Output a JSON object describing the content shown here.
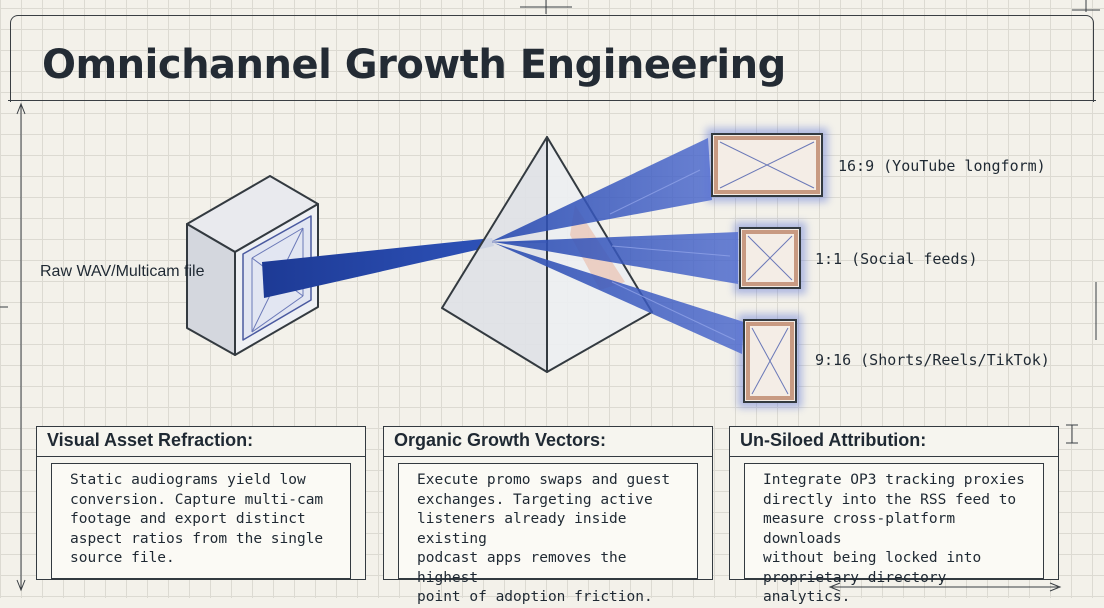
{
  "title": "Omnichannel Growth Engineering",
  "diagram": {
    "source_label": "Raw WAV/Multicam file",
    "outputs": [
      {
        "label": "16:9 (YouTube longform)"
      },
      {
        "label": "1:1 (Social feeds)"
      },
      {
        "label": "9:16 (Shorts/Reels/TikTok)"
      }
    ],
    "colors": {
      "beam": "#1f3f9a",
      "glow": "#5b73d6",
      "frame": "#c89a82",
      "ink": "#333a40"
    }
  },
  "cards": [
    {
      "heading": "Visual Asset Refraction:",
      "lines": [
        "Static audiograms yield low",
        "conversion. Capture multi-cam",
        "footage and export distinct",
        "aspect ratios from the single",
        "source file."
      ]
    },
    {
      "heading": "Organic Growth Vectors:",
      "lines": [
        "Execute promo swaps and guest",
        "exchanges. Targeting active",
        "listeners already inside existing",
        "podcast apps removes the highest",
        "point of adoption friction."
      ]
    },
    {
      "heading": "Un-Siloed Attribution:",
      "lines": [
        "Integrate OP3 tracking proxies",
        "directly into the RSS feed to",
        "measure cross-platform downloads",
        "without being locked into",
        "proprietary directory analytics."
      ]
    }
  ]
}
